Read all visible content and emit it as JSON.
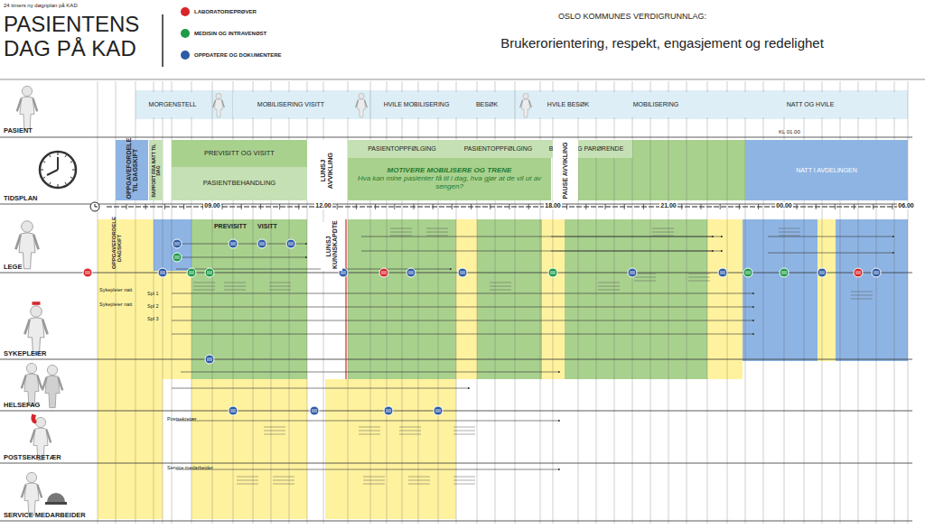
{
  "diagram": {
    "title": "PASIENTENS DAG PÅ KAD",
    "nodes": [
      {
        "text": [
          "MORGENSTELL"
        ]
      },
      {
        "text": [
          "MOBILISERING VISITT"
        ]
      },
      {
        "text": [
          "HVILE MOBILISERING"
        ]
      },
      {
        "text": [
          "BESØK"
        ]
      },
      {
        "text": [
          "HVILE BESØK"
        ]
      },
      {
        "text": [
          "MOBILISERING"
        ]
      },
      {
        "text": [
          "NATT OG HVILE"
        ]
      },
      {
        "text": [
          "OPPGAVEFORDELE TIL DAGSKIFT"
        ]
      },
      {
        "text": [
          "RAPPORT FRA NATT TIL DAG"
        ]
      },
      {
        "text": [
          "PREVISITT OG VISITT"
        ]
      },
      {
        "text": [
          "PASIENTBEHANDLING"
        ]
      },
      {
        "text": [
          "LUNSJ AVVIKLING"
        ]
      },
      {
        "text": [
          "PASIENTOPPFØLGING"
        ]
      },
      {
        "text": [
          "PASIENTOPPFØLGING"
        ]
      },
      {
        "text": [
          "BESØK OG PARØRENDE"
        ]
      },
      {
        "text": [
          "MOTIVERE MOBILISERE OG TRENE",
          "Hva kan mine pasienter få til i dag, hva gjør at de vil ut av sengen?"
        ]
      },
      {
        "text": [
          "PAUSE AVVIKLING"
        ]
      },
      {
        "text": [
          "NATT I AVDELINGEN"
        ]
      },
      {
        "text": [
          "OPPGAVEFORDELE DAGSKIFT"
        ]
      },
      {
        "text": [
          "PREVISITT"
        ]
      },
      {
        "text": [
          "VISITT"
        ]
      },
      {
        "text": [
          "LUNSJ KUNNSKAPDTE"
        ]
      }
    ],
    "labels": [
      "24 timers ny døgnplan på KAD",
      "OSLO KOMMUNES VERDIGRUNNLAG:",
      "Brukerorientering, respekt, engasjement og redelighet",
      "PASIENT",
      "TIDSPLAN",
      "LEGE",
      "SYKEPLEIER",
      "HELSEFAG",
      "POSTSEKRETÆR",
      "SERVICE MEDARBEIDER",
      "KL 01.00",
      "09.00",
      "12.00",
      "18.00",
      "21.00",
      "00.00",
      "06.00",
      "Sykepleier natt",
      "Sykepleier natt",
      "Spl 1",
      "Spl 2",
      "Spl 3",
      "Postsekretær",
      "Service medarbeider"
    ],
    "legend": [
      {
        "text": "LABORATORIEPRØVER",
        "color": "#d7262a"
      },
      {
        "text": "MEDISIN OG INTRAVENØST",
        "color": "#1f9a48"
      },
      {
        "text": "OPPDATERE OG DOKUMENTERE",
        "color": "#2d5ca6"
      }
    ]
  }
}
